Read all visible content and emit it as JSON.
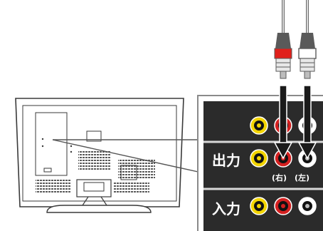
{
  "panel": {
    "output_label": "出力",
    "input_label": "入力",
    "right_label": "(右)",
    "left_label": "(左)"
  },
  "colors": {
    "panel_bg": "#2b2b2b",
    "panel_border": "#8a8a8a",
    "jack_yellow": "#f2d400",
    "jack_red": "#d32020",
    "jack_white": "#ffffff",
    "plug_red": "#e0201b",
    "plug_white": "#ffffff",
    "arrow": "#1a1a1a"
  },
  "jack_rows": [
    {
      "name": "top-row",
      "jacks": [
        "yellow",
        "red",
        "white"
      ]
    },
    {
      "name": "output-row",
      "jacks": [
        "yellow",
        "red",
        "white"
      ]
    },
    {
      "name": "input-row",
      "jacks": [
        "yellow",
        "red",
        "white"
      ]
    }
  ],
  "cable": {
    "plugs": [
      "red",
      "white"
    ]
  }
}
